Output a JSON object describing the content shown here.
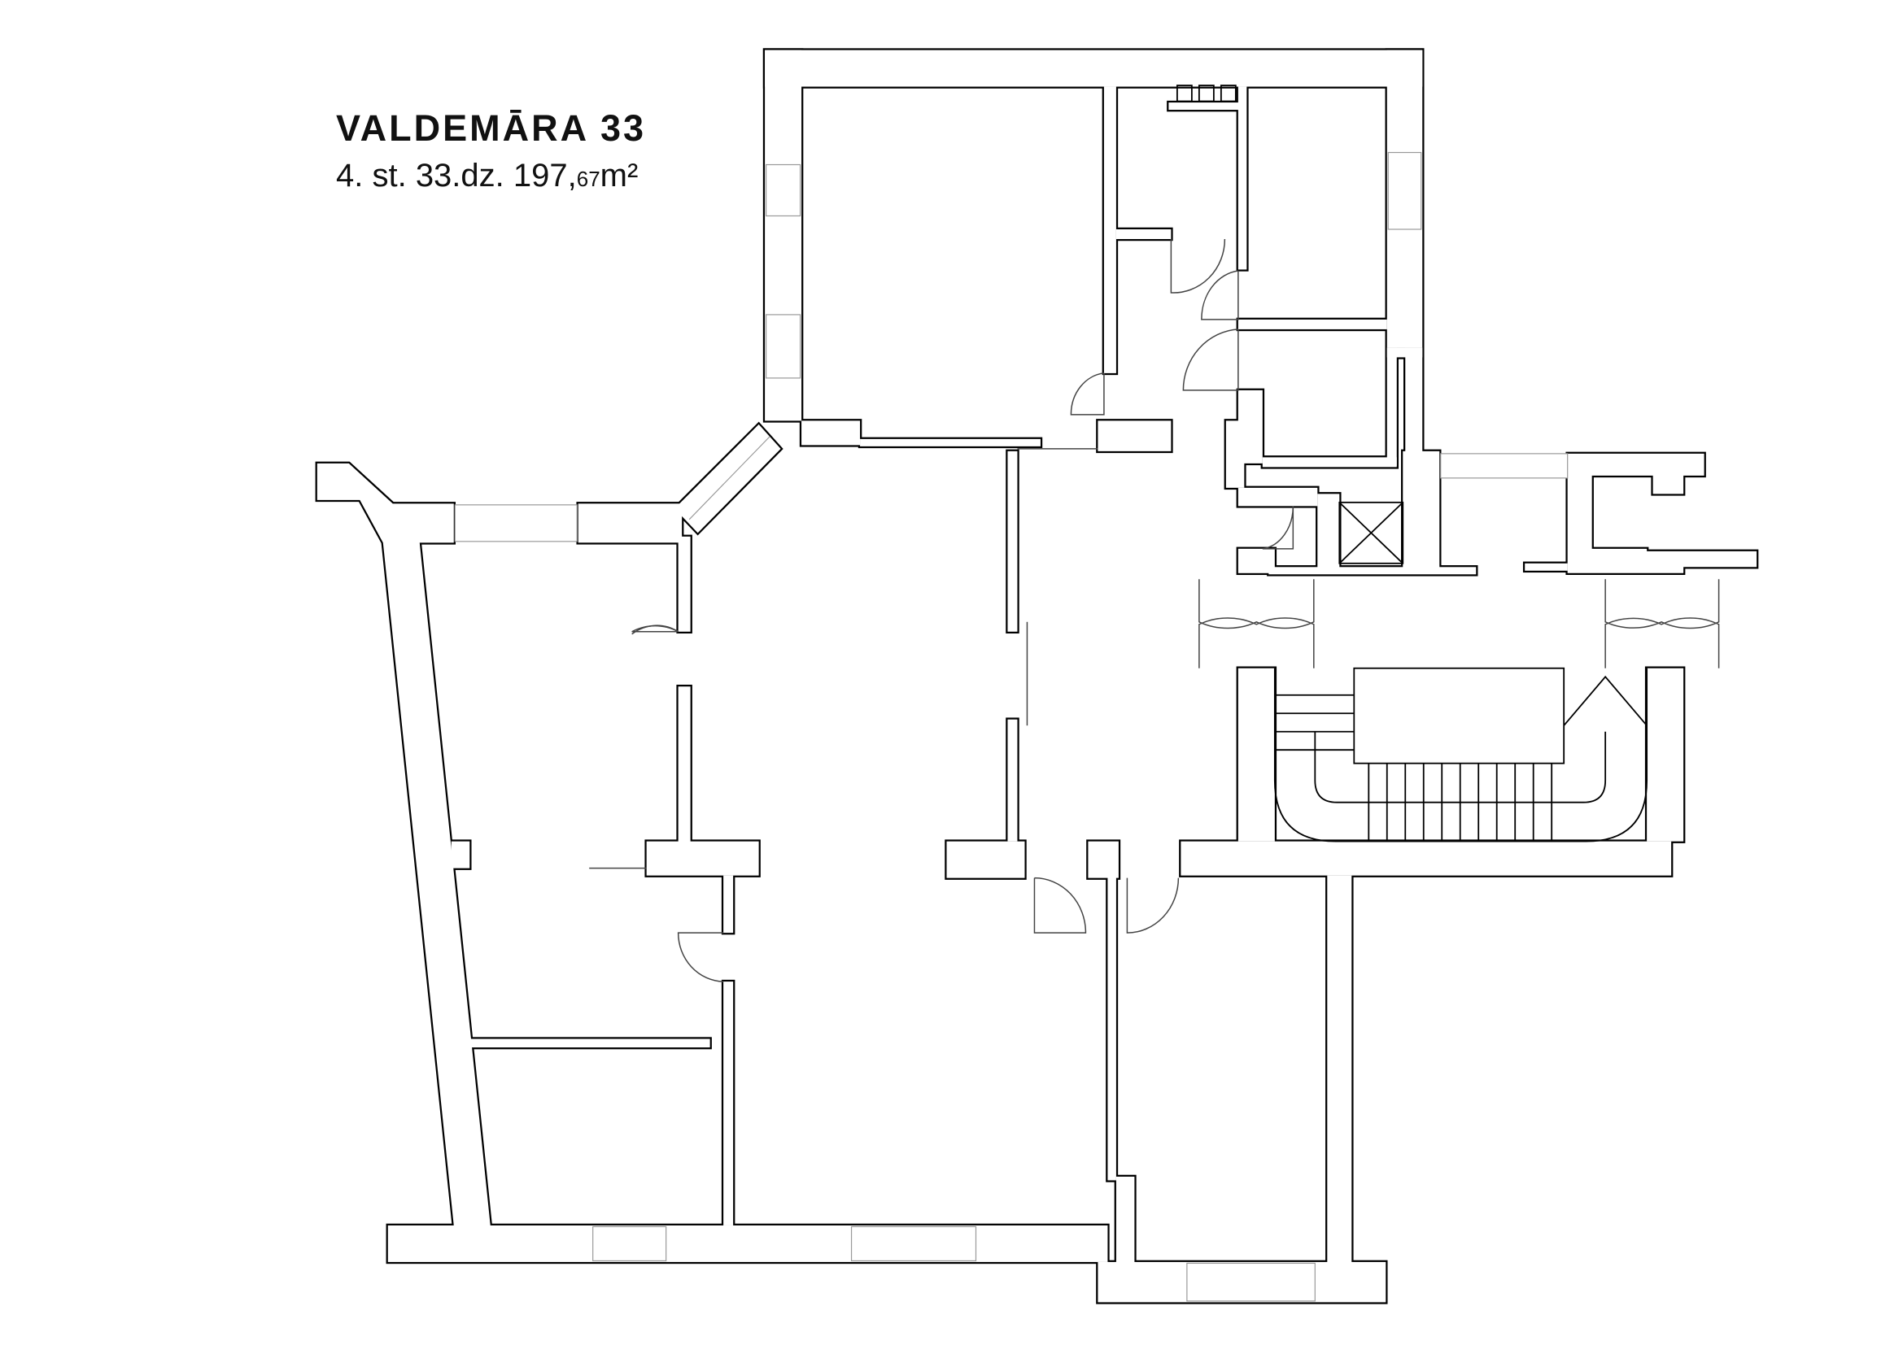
{
  "plan": {
    "title": "VALDEMĀRA 33",
    "subtitle_main": "4. st. 33.dz. 197,",
    "subtitle_decimal": "67",
    "subtitle_unit": "m²"
  },
  "colors": {
    "wall_outline": "#000000",
    "background": "#ffffff",
    "window_line": "#999999"
  }
}
